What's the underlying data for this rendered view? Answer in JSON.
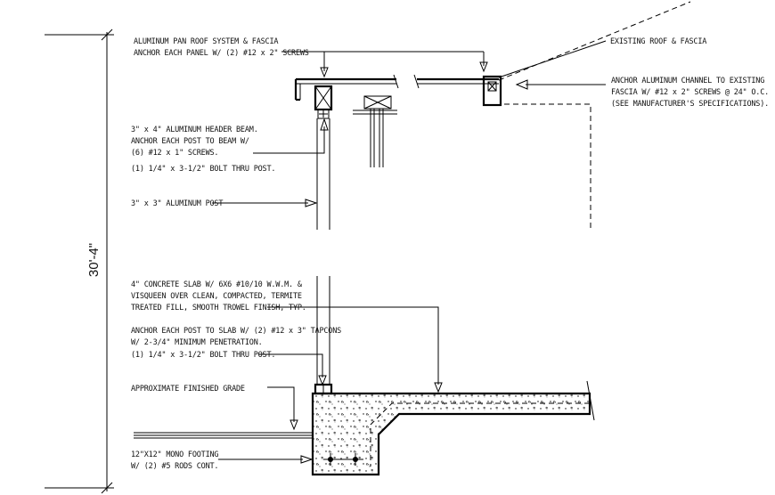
{
  "notes": {
    "roof_system": [
      "ALUMINUM PAN ROOF SYSTEM & FASCIA",
      "ANCHOR EACH PANEL W/ (2) #12 x 2\" SCREWS"
    ],
    "existing_roof": [
      "EXISTING ROOF & FASCIA"
    ],
    "channel": [
      "ANCHOR ALUMINUM CHANNEL TO EXISTING",
      "FASCIA W/ #12 x 2\" SCREWS @ 24\" O.C.",
      "(SEE MANUFACTURER'S SPECIFICATIONS)."
    ],
    "header_beam": [
      "3\" x 4\" ALUMINUM HEADER BEAM.",
      "ANCHOR EACH POST TO BEAM W/",
      "(6) #12 x 1\" SCREWS.",
      "(1) 1/4\" x 3-1/2\" BOLT THRU POST."
    ],
    "post": [
      "3\" x 3\" ALUMINUM POST"
    ],
    "slab": [
      "4\" CONCRETE SLAB W/ 6X6 #10/10 W.W.M. &",
      "VISQUEEN OVER CLEAN, COMPACTED, TERMITE",
      "TREATED FILL, SMOOTH TROWEL FINISH, TYP."
    ],
    "post_anchor": [
      "ANCHOR EACH POST TO SLAB W/ (2) #12 x 3\" TAPCONS",
      "W/ 2-3/4\" MINIMUM PENETRATION.",
      "(1) 1/4\" x 3-1/2\" BOLT THRU POST."
    ],
    "grade": [
      "APPROXIMATE FINISHED GRADE"
    ],
    "footing": [
      "12\"X12\" MONO FOOTING",
      "W/ (2) #5 RODS CONT."
    ]
  },
  "dimension": {
    "height_label": "30'-4\""
  }
}
